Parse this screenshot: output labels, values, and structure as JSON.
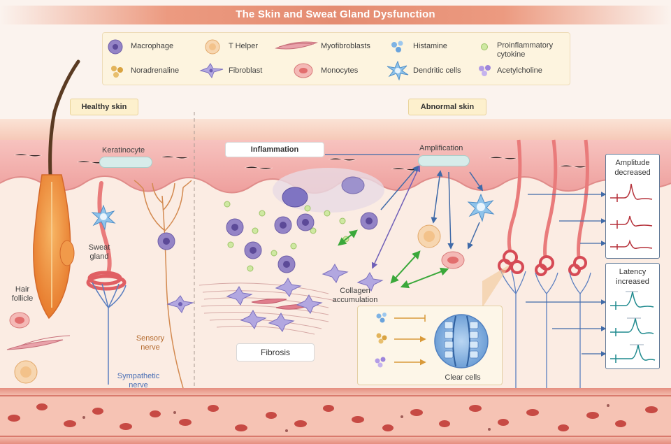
{
  "title": "The Skin and Sweat Gland Dysfunction",
  "legend": {
    "items": [
      {
        "label": "Macrophage",
        "icon": "macrophage-icon"
      },
      {
        "label": "T Helper",
        "icon": "t-helper-icon"
      },
      {
        "label": "Myofibroblasts",
        "icon": "myofibroblast-icon"
      },
      {
        "label": "Histamine",
        "icon": "histamine-icon"
      },
      {
        "label": "Proinflammatory cytokine",
        "icon": "cytokine-icon"
      },
      {
        "label": "Noradrenaline",
        "icon": "noradrenaline-icon"
      },
      {
        "label": "Fibroblast",
        "icon": "fibroblast-icon"
      },
      {
        "label": "Monocytes",
        "icon": "monocyte-icon"
      },
      {
        "label": "Dendritic cells",
        "icon": "dendritic-cell-icon"
      },
      {
        "label": "Acetylcholine",
        "icon": "acetylcholine-icon"
      }
    ]
  },
  "panels": {
    "healthy": "Healthy skin",
    "abnormal": "Abnormal skin"
  },
  "labels": {
    "keratinocyte": "Keratinocyte",
    "inflammation": "Inflammation",
    "amplification": "Amplification",
    "sweat_gland": "Sweat gland",
    "hair_follicle": "Hair follicle",
    "sensory_nerve": "Sensory nerve",
    "sympathetic_nerve": "Sympathetic nerve",
    "collagen_accumulation": "Collagen accumulation",
    "fibrosis": "Fibrosis",
    "clear_cells": "Clear cells"
  },
  "side_boxes": {
    "amplitude": "Amplitude decreased",
    "latency": "Latency increased"
  },
  "colors": {
    "title_bar": "#e48c72",
    "legend_bg": "#fdf4df",
    "tag_bg": "#fdf0cd",
    "epidermis": "#f2b1b0",
    "dermis": "#fbece3",
    "vessel": "#e7968d",
    "rbc": "#c74a44",
    "macrophage": "#8a78b8",
    "sympathetic_nerve": "#5b7fc0",
    "sensory_nerve": "#d38a50",
    "green_arrow": "#3aa83a",
    "purple_arrow": "#7a6abf",
    "blue_arrow": "#3f6aa8",
    "trace_red": "#b5313a",
    "trace_teal": "#1f8a8e"
  }
}
